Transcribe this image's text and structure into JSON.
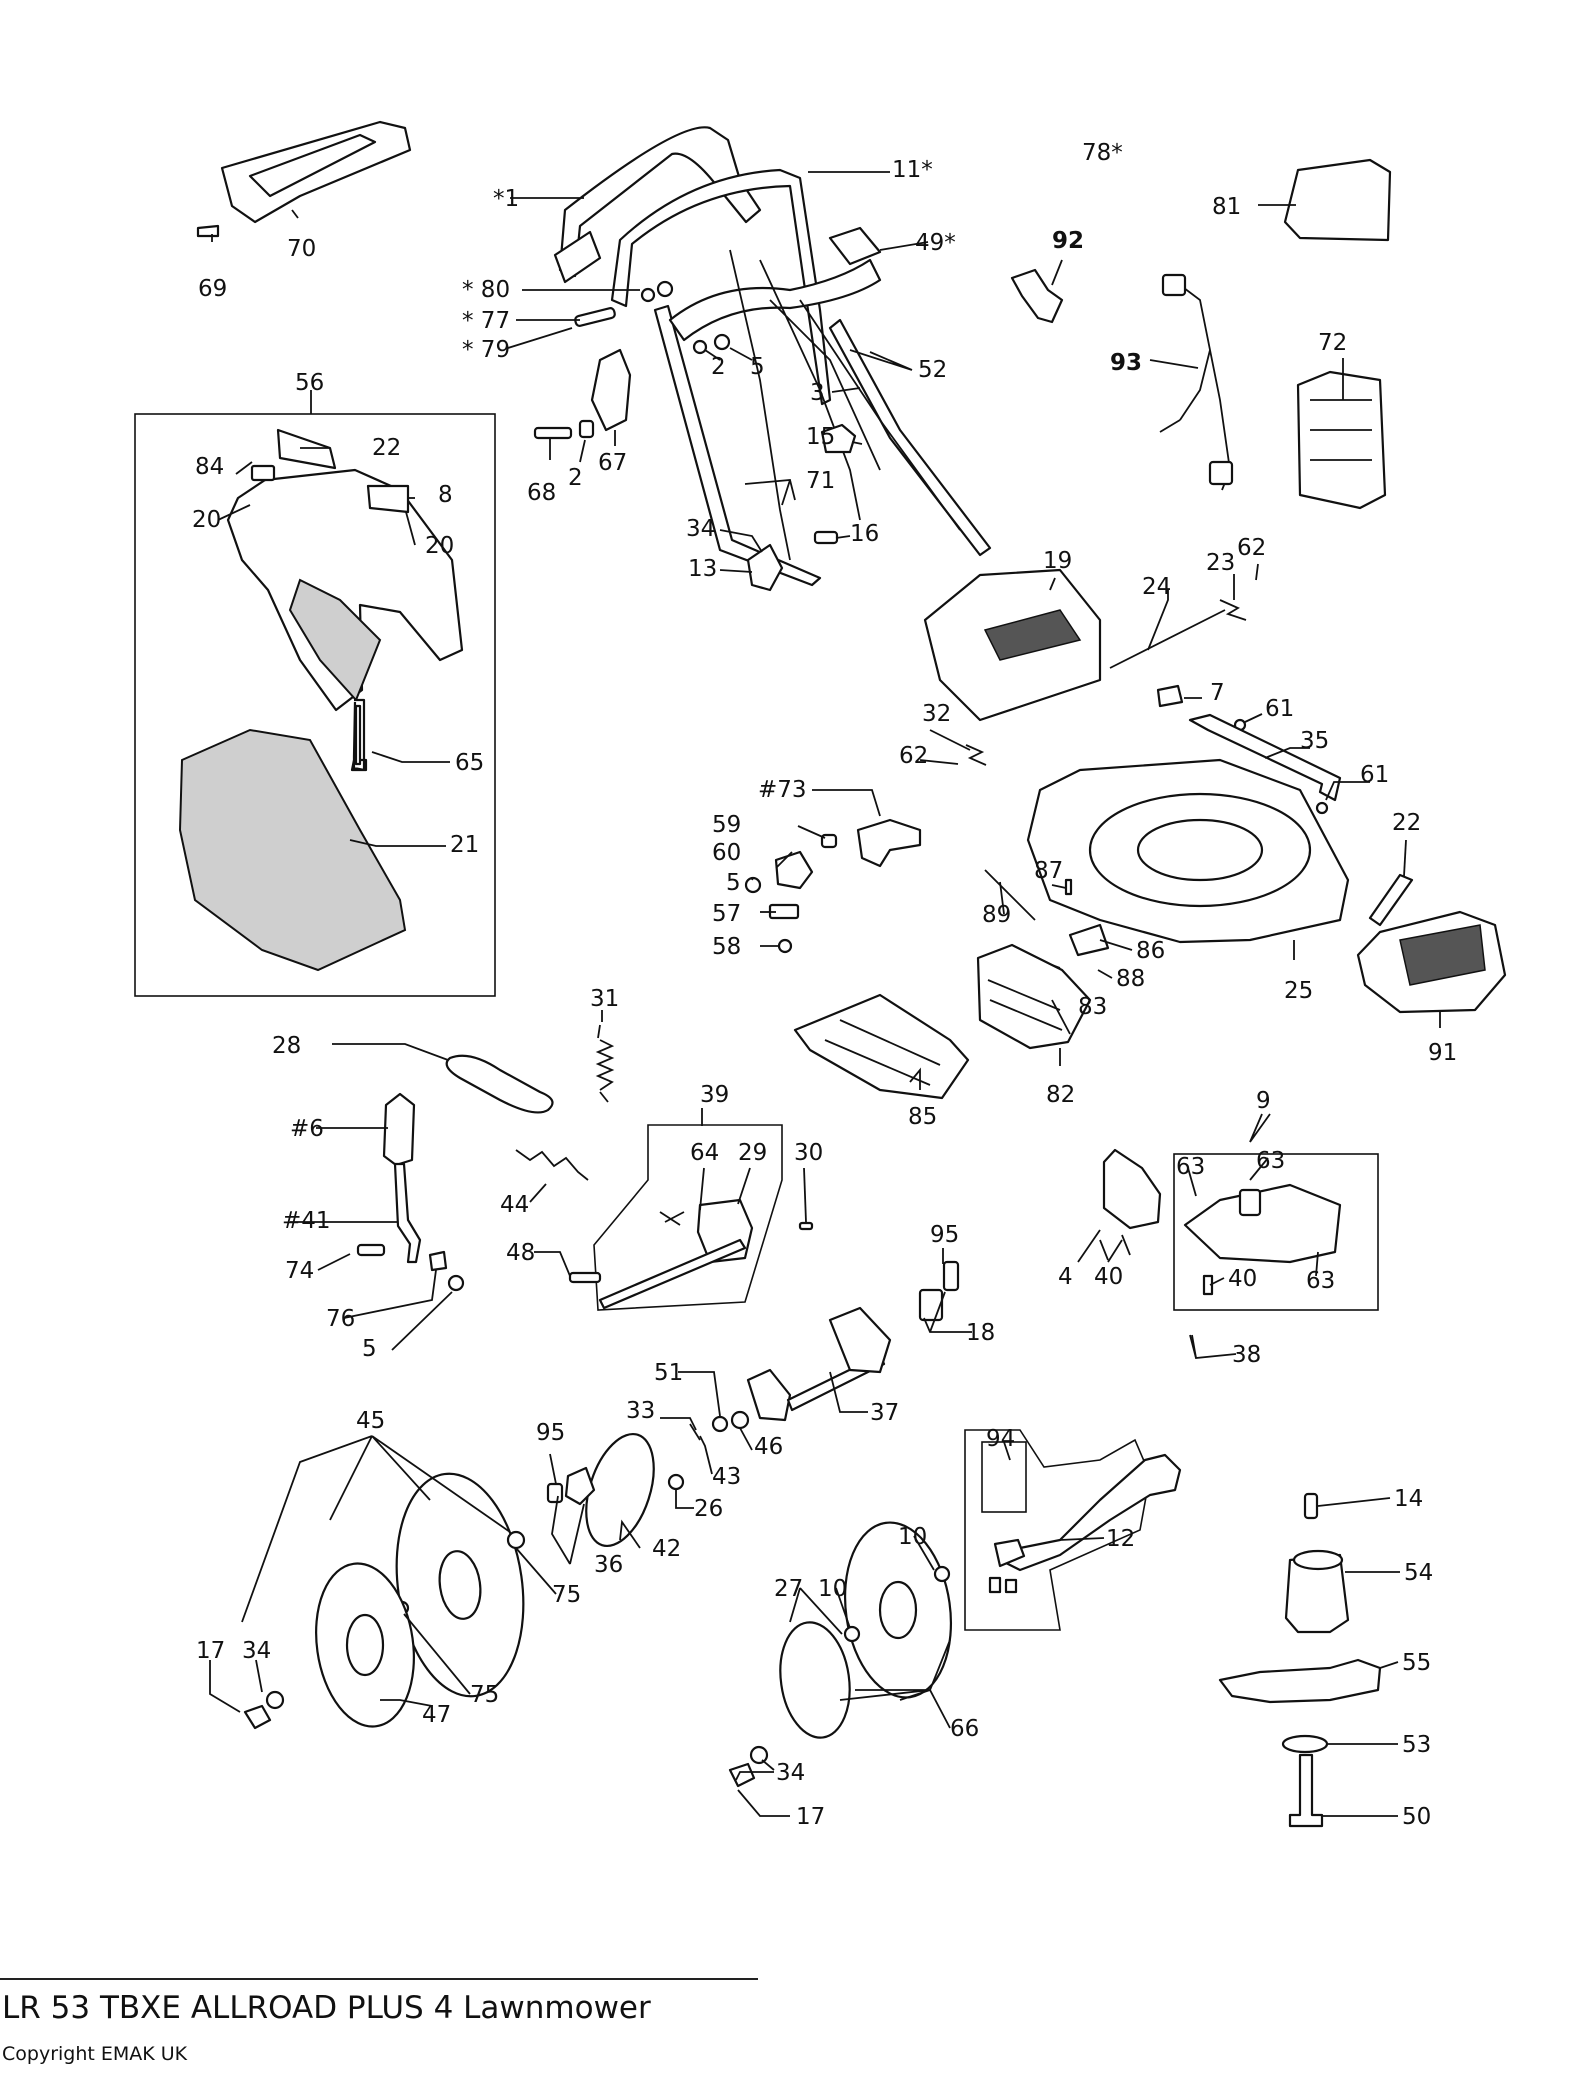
{
  "title": "LR 53 TBXE ALLROAD PLUS 4 Lawnmower",
  "copyright": "Copyright EMAK UK",
  "callouts": {
    "c1": "*1",
    "c11": "11*",
    "c78": "78*",
    "c81": "81",
    "c70": "70",
    "c69": "69",
    "c80": "* 80",
    "c77": "* 77",
    "c79": "* 79",
    "c49": "49*",
    "c92": "92",
    "c2a": "2",
    "c5a": "5",
    "c52": "52",
    "c3": "3",
    "c93": "93",
    "c72": "72",
    "c56": "56",
    "c22a": "22",
    "c84": "84",
    "c8": "8",
    "c20a": "20",
    "c20b": "20",
    "c68": "68",
    "c2b": "2",
    "c67": "67",
    "c15": "15",
    "c71": "71",
    "c34a": "34",
    "c16": "16",
    "c13": "13",
    "c19": "19",
    "c24": "24",
    "c23": "23",
    "c62a": "62",
    "c7": "7",
    "c61a": "61",
    "c35": "35",
    "c32": "32",
    "c62b": "62",
    "c61b": "61",
    "c65": "65",
    "c21": "21",
    "c73": "#73",
    "c59": "59",
    "c60": "60",
    "c5b": "5",
    "c57": "57",
    "c58": "58",
    "c22b": "22",
    "c87": "87",
    "c89": "89",
    "c86": "86",
    "c88": "88",
    "c83": "83",
    "c25": "25",
    "c91": "91",
    "c31": "31",
    "c28": "28",
    "c85": "85",
    "c82": "82",
    "c39": "39",
    "c6": "#6",
    "c64": "64",
    "c29": "29",
    "c30": "30",
    "c9": "9",
    "c63a": "63",
    "c63b": "63",
    "c44": "44",
    "c41": "#41",
    "c48": "48",
    "c74": "74",
    "c76": "76",
    "c5c": "5",
    "c4": "4",
    "c40a": "40",
    "c40b": "40",
    "c63c": "63",
    "c95a": "95",
    "c18": "18",
    "c38": "38",
    "c51": "51",
    "c37": "37",
    "c45": "45",
    "c95b": "95",
    "c33": "33",
    "c43": "43",
    "c46": "46",
    "c94": "94",
    "c26": "26",
    "c14": "14",
    "c12": "12",
    "c36": "36",
    "c42": "42",
    "c10a": "10",
    "c75a": "75",
    "c27": "27",
    "c10b": "10",
    "c54": "54",
    "c17a": "17",
    "c34b": "34",
    "c75b": "75",
    "c66": "66",
    "c55": "55",
    "c47": "47",
    "c53": "53",
    "c34c": "34",
    "c17b": "17",
    "c50": "50"
  }
}
